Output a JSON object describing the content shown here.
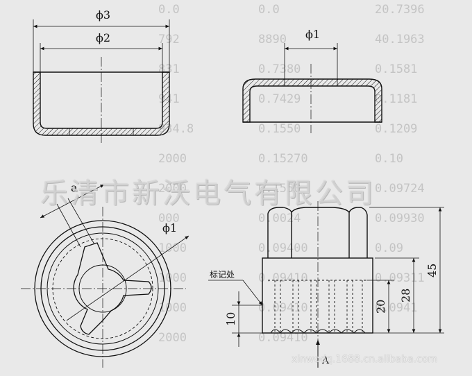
{
  "labels": {
    "phi3": "ϕ3",
    "phi2": "ϕ2",
    "phi1_top": "ϕ1",
    "phi1_circle": "ϕ1",
    "a": "a",
    "mark_location": "标记处",
    "dim_45": "45",
    "dim_28": "28",
    "dim_20": "20",
    "dim_10": "10",
    "view_a": "A"
  },
  "watermark": {
    "company": "乐清市新沃电气有限公司",
    "site": "xinwodq.1688.cn.alibaba.com"
  },
  "background_table": {
    "col1": [
      "0.0",
      "792",
      "831",
      "941",
      "934.8",
      "2000",
      "2000",
      "000",
      "1000",
      "1000",
      "1000",
      "2000"
    ],
    "col2": [
      "0.0",
      "8890",
      "0.7380",
      "0.7429",
      "0.1550",
      "0.15270",
      "0.1550",
      "0.0024",
      "0.09400",
      "0.09410",
      "0.09410",
      "0.09410"
    ],
    "col3": [
      "20.7396",
      "40.1963",
      "0.1581",
      "0.1181",
      "0.1209",
      "0.10",
      "0.09724",
      "0.09930",
      "0.09",
      "0.09311",
      "0.0941"
    ]
  },
  "colors": {
    "ink": "#111111",
    "paper": "#e9e9e9",
    "ghost": "#c4c4c4"
  }
}
